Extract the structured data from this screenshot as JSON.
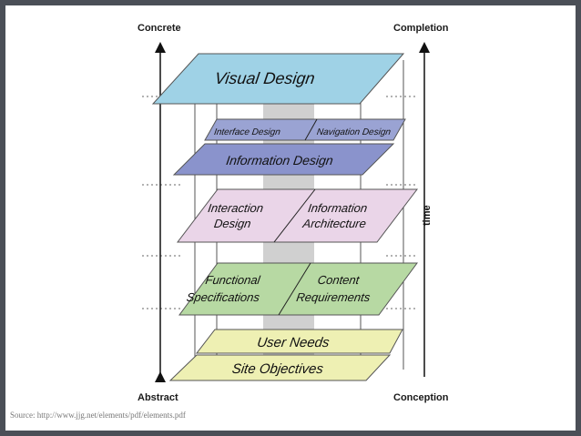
{
  "corners": {
    "top_left": "Concrete",
    "top_right": "Completion",
    "bottom_left": "Abstract",
    "bottom_right": "Conception"
  },
  "axis_label": "time",
  "planes": {
    "visual": {
      "label": "Visual Design",
      "color": "#9fd2e6"
    },
    "interface": {
      "left": "Interface Design",
      "right": "Navigation Design",
      "color": "#9aa3d3"
    },
    "information": {
      "label": "Information Design",
      "color": "#8a93cc"
    },
    "interaction": {
      "left_1": "Interaction",
      "left_2": "Design",
      "right_1": "Information",
      "right_2": "Architecture",
      "color": "#ead5e8"
    },
    "functional": {
      "left_1": "Functional",
      "left_2": "Specifications",
      "right_1": "Content",
      "right_2": "Requirements",
      "color": "#b7d9a3"
    },
    "user_needs": {
      "label": "User Needs",
      "color": "#eef0b3"
    },
    "site_objectives": {
      "label": "Site Objectives",
      "color": "#eef0b3"
    }
  },
  "source": "Source: http://www.jjg.net/elements/pdf/elements.pdf"
}
